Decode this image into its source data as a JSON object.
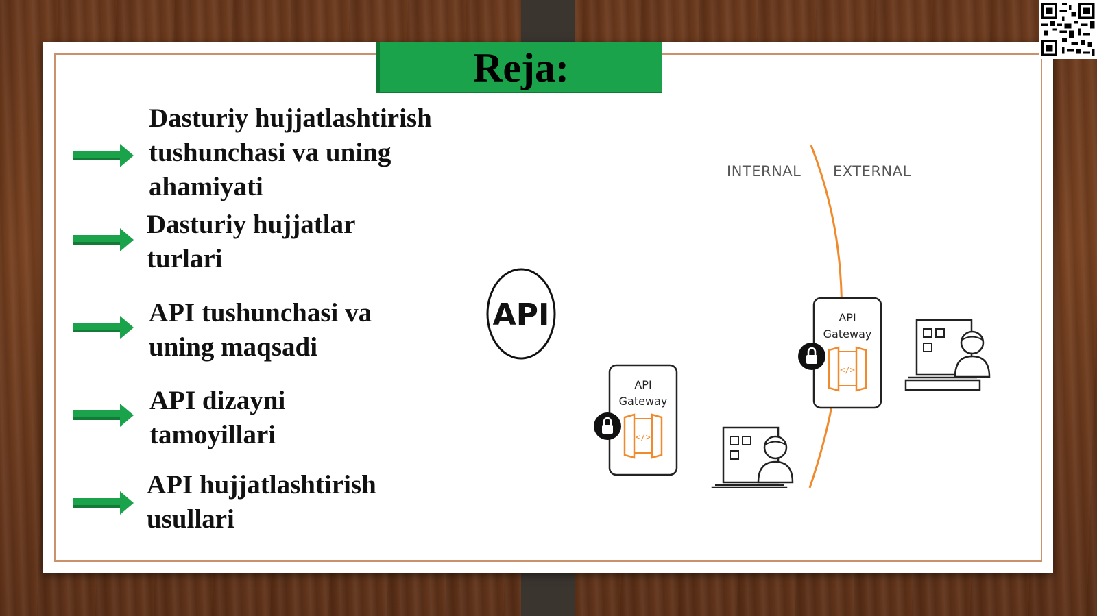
{
  "slide": {
    "title": "Reja:",
    "bullets": [
      {
        "lines": [
          "Dasturiy hujjatlashtirish",
          "tushunchasi va uning",
          "ahamiyati"
        ]
      },
      {
        "lines": [
          "Dasturiy hujjatlar",
          "turlari"
        ]
      },
      {
        "lines": [
          "API tushunchasi va",
          "uning maqsadi"
        ]
      },
      {
        "lines": [
          "API dizayni",
          "tamoyillari"
        ]
      },
      {
        "lines": [
          "API hujjatlashtirish",
          "usullari"
        ]
      }
    ]
  },
  "diagram": {
    "internal_label": "INTERNAL",
    "external_label": "EXTERNAL",
    "api_label": "API",
    "gateway_line1": "API",
    "gateway_line2": "Gateway",
    "gateway_code": "</>"
  },
  "colors": {
    "banner": "#1aa34a",
    "arrow": "#1aa34a",
    "boundary": "#f08a2c",
    "gateway_accent": "#f08a2c"
  },
  "icons": [
    "right-arrow-icon",
    "padlock-icon",
    "api-gateway-icon",
    "user-computer-icon",
    "qr-code-icon"
  ]
}
